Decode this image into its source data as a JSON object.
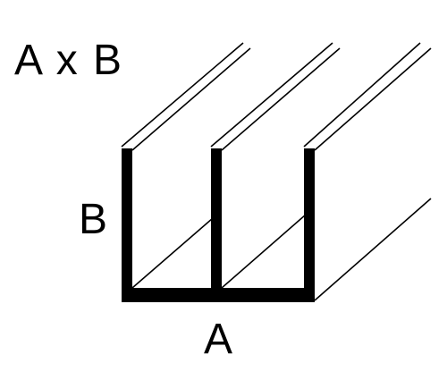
{
  "title": "A x B",
  "dimensions": {
    "height_label": "B",
    "width_label": "A"
  },
  "colors": {
    "profile": "#000000",
    "background": "#ffffff"
  }
}
